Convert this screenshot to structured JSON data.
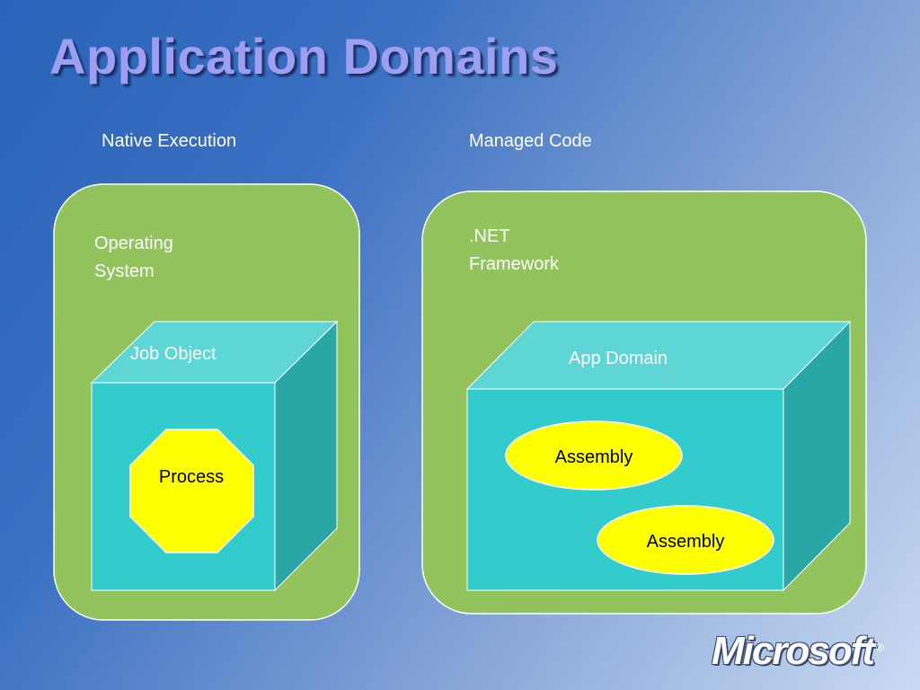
{
  "title": "Application Domains",
  "left_column": {
    "heading": "Native Execution",
    "container_label_line1": "Operating",
    "container_label_line2": "System",
    "cube_label": "Job Object",
    "process_label": "Process"
  },
  "right_column": {
    "heading": "Managed Code",
    "container_label_line1": ".NET",
    "container_label_line2": "Framework",
    "cube_label": "App Domain",
    "assemblies": [
      "Assembly",
      "Assembly"
    ]
  },
  "logo": {
    "text": "Microsoft",
    "registered_mark": "®"
  },
  "colors": {
    "container_green": "#92c35c",
    "cube_front": "#33cccc",
    "cube_top": "#5fd6d6",
    "cube_side": "#29a6a6",
    "shape_yellow": "#ffff00",
    "title_color": "#9f9ff2"
  }
}
